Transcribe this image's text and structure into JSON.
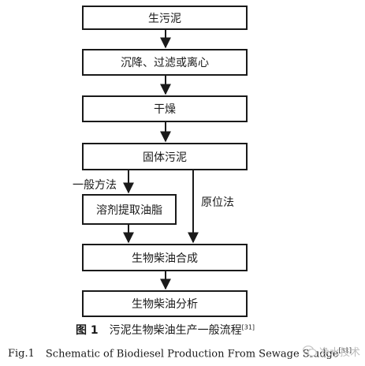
{
  "flow": {
    "step1": "生污泥",
    "step2": "沉降、过滤或离心",
    "step3": "干燥",
    "step4": "固体污泥",
    "branch_general": "一般方法",
    "step5": "溶剂提取油脂",
    "branch_insitu": "原位法",
    "step6": "生物柴油合成",
    "step7": "生物柴油分析"
  },
  "caption": {
    "cn_fig_no": "图 1",
    "cn_text": "污泥生物柴油生产一般流程",
    "cn_ref": "[31]",
    "en_fig_no": "Fig.1",
    "en_text": "Schematic of Biodiesel Production From Sewage Sludge",
    "en_ref": "[31]"
  },
  "watermark": {
    "text": "净水技术"
  }
}
